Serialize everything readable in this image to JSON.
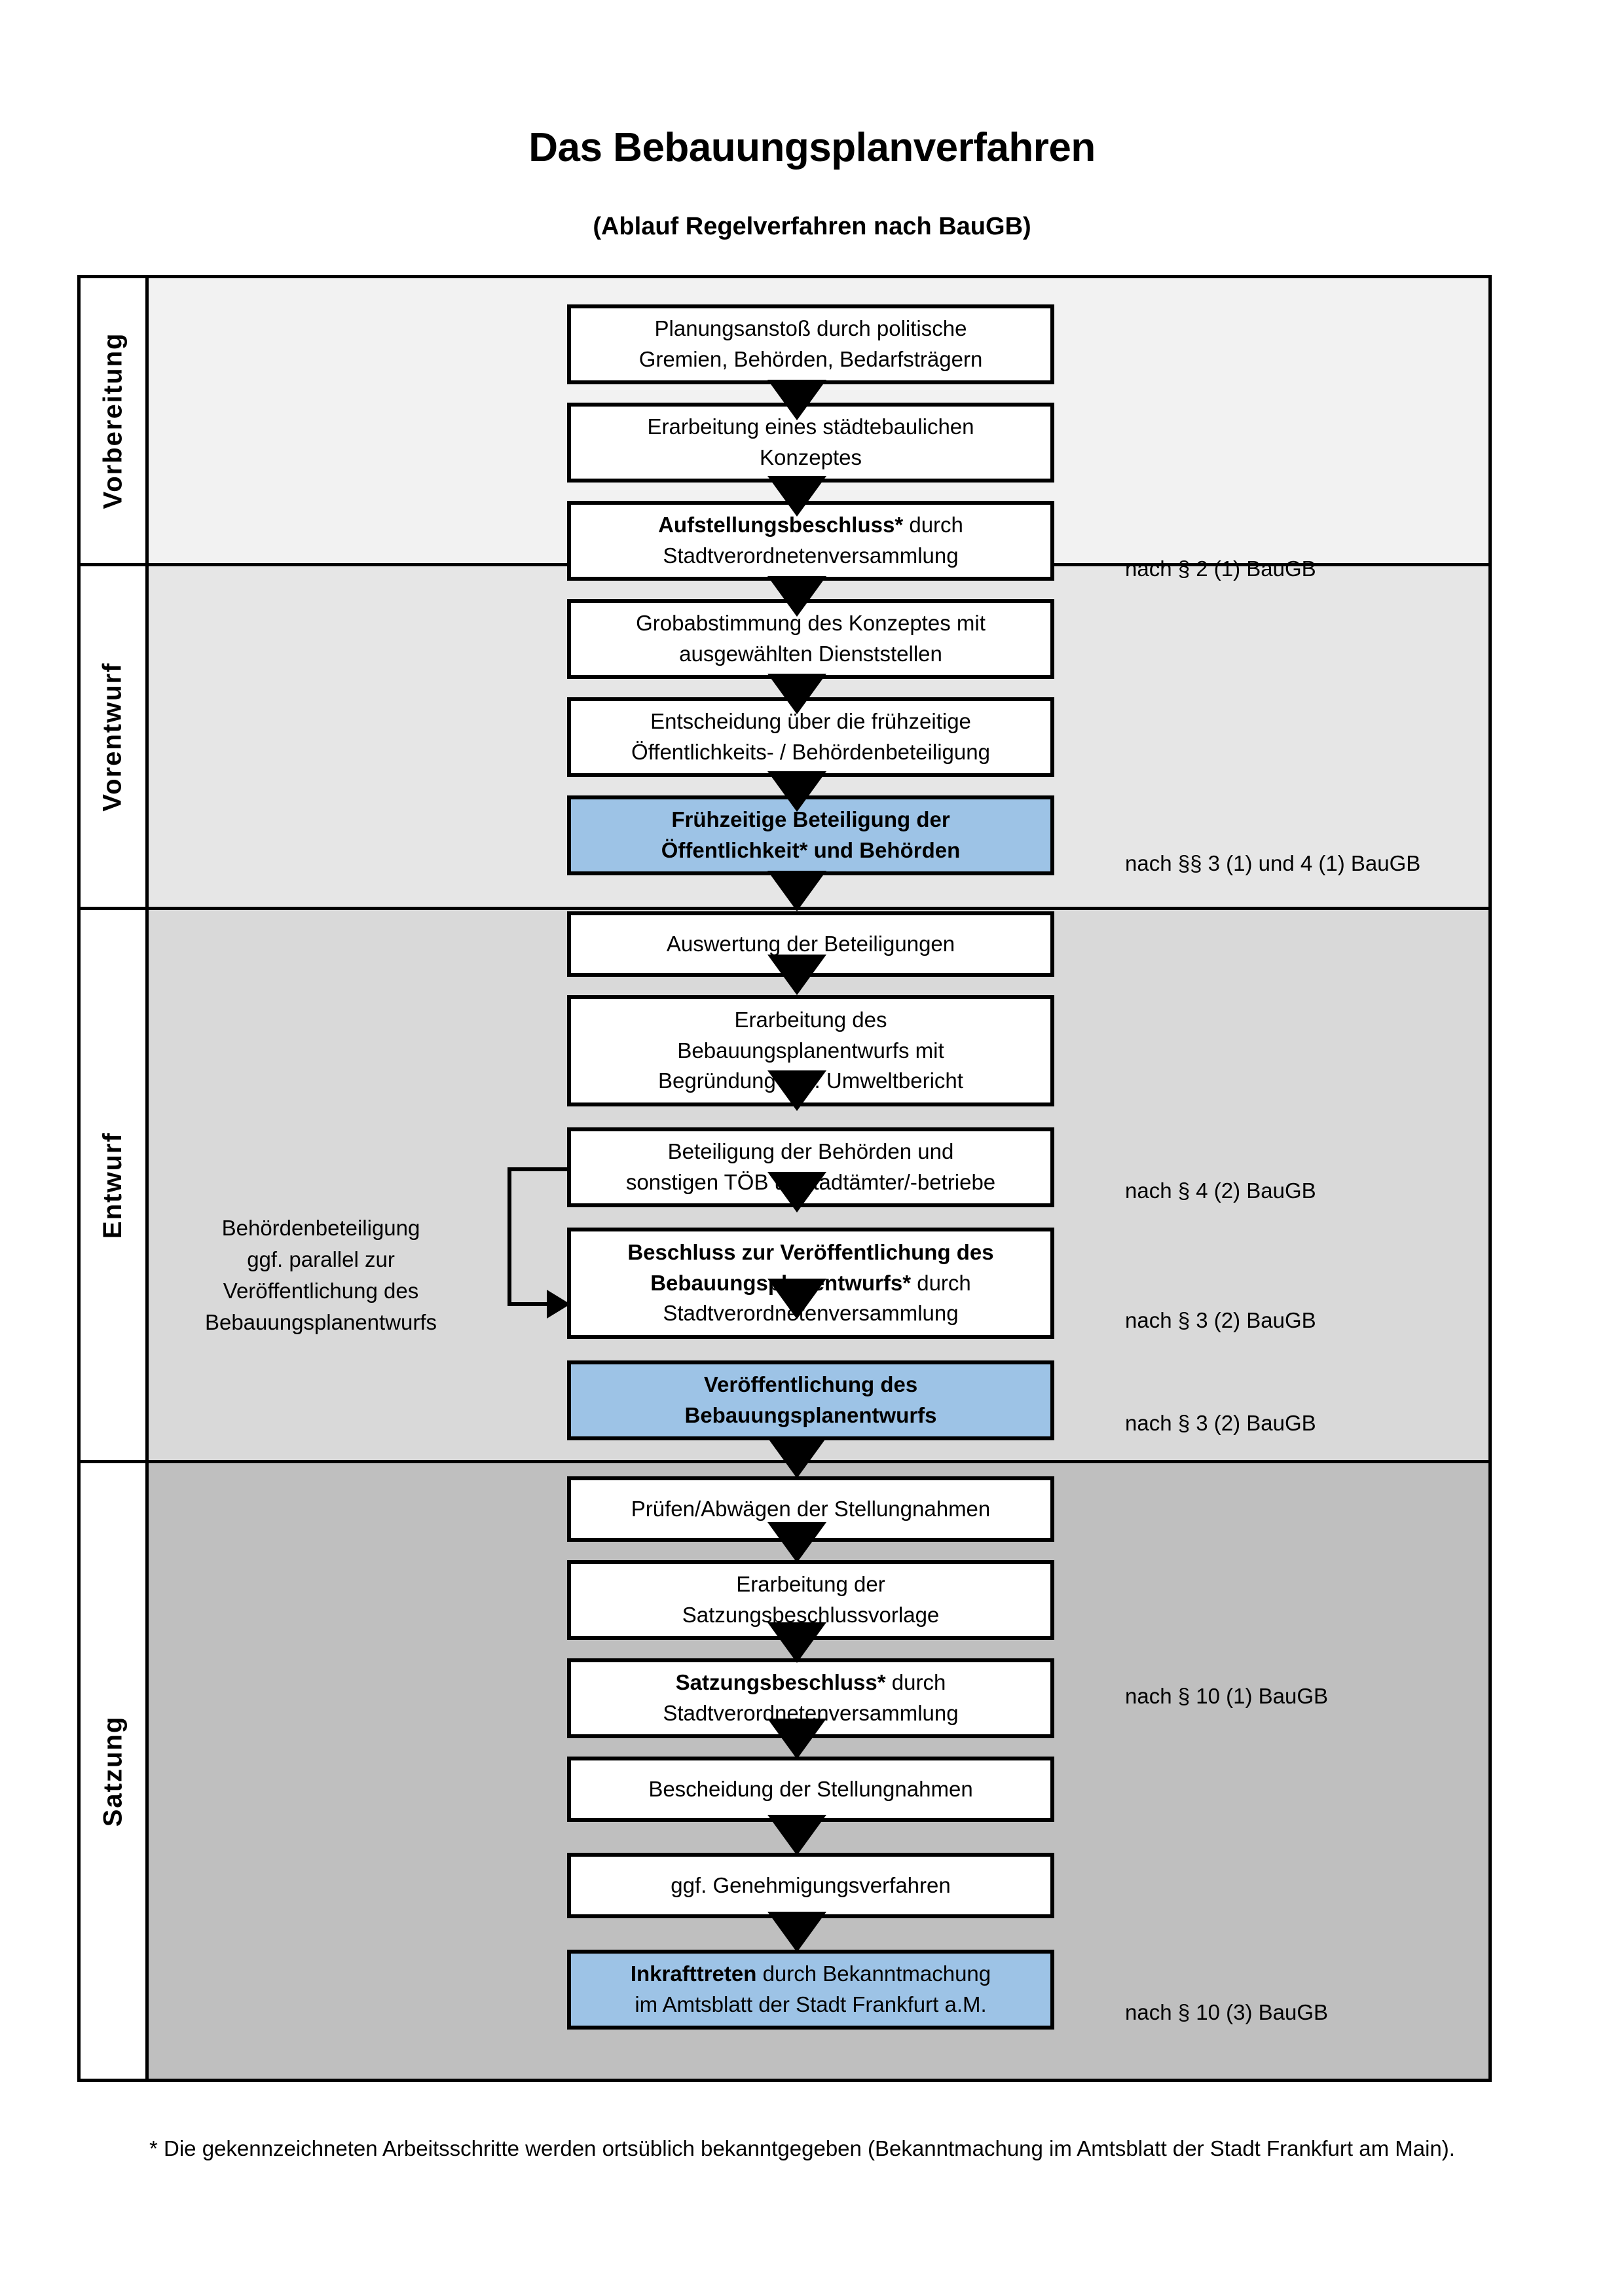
{
  "header": {
    "title": "Das Bebauungsplanverfahren",
    "subtitle": "(Ablauf Regelverfahren nach BauGB)"
  },
  "phases": [
    {
      "label": "Vorbereitung"
    },
    {
      "label": "Vorentwurf"
    },
    {
      "label": "Entwurf"
    },
    {
      "label": "Satzung"
    }
  ],
  "steps": [
    {
      "id": "planungsanstoss",
      "line1": "Planungsanstoß durch politische",
      "line2": "Gremien, Behörden, Bedarfsträgern",
      "bold": "",
      "style": "plain"
    },
    {
      "id": "konzept",
      "line1": "Erarbeitung eines städtebaulichen",
      "line2": "Konzeptes",
      "bold": "",
      "style": "plain"
    },
    {
      "id": "aufstellungsbeschluss",
      "bold": "Aufstellungsbeschluss*",
      "rest1": " durch",
      "line2": "Stadtverordnetenversammlung",
      "style": "plain"
    },
    {
      "id": "grobabstimmung",
      "line1": "Grobabstimmung des Konzeptes mit",
      "line2": "ausgewählten Dienststellen",
      "bold": "",
      "style": "plain"
    },
    {
      "id": "entscheidung-fruehzeitig",
      "line1": "Entscheidung über die frühzeitige",
      "line2": "Öffentlichkeits- / Behördenbeteiligung",
      "bold": "",
      "style": "plain"
    },
    {
      "id": "fruehzeitige-beteiligung",
      "line1": "Frühzeitige Beteiligung der",
      "line2": "Öffentlichkeit* und Behörden",
      "style": "blue-bold"
    },
    {
      "id": "auswertung",
      "line1": "Auswertung der Beteiligungen",
      "line2": "",
      "bold": "",
      "style": "plain"
    },
    {
      "id": "erarbeitung-entwurf",
      "line1": "Erarbeitung des",
      "line2": "Bebauungsplanentwurfs mit",
      "line3": "Begründung inkl. Umweltbericht",
      "style": "plain"
    },
    {
      "id": "beteiligung-behoerden",
      "line1": "Beteiligung der Behörden und",
      "line2": "sonstigen TÖB u. Stadtämter/-betriebe",
      "style": "plain"
    },
    {
      "id": "beschluss-veroeffentlichung",
      "bold1": "Beschluss zur Veröffentlichung des",
      "bold2": "Bebauungsplanentwurfs*",
      "rest2": " durch",
      "line3": "Stadtverordnetenversammlung",
      "style": "plain"
    },
    {
      "id": "veroeffentlichung",
      "line1": "Veröffentlichung des",
      "line2": "Bebauungsplanentwurfs",
      "style": "blue-bold"
    },
    {
      "id": "pruefen-abwaegen",
      "line1": "Prüfen/Abwägen der Stellungnahmen",
      "line2": "",
      "style": "plain"
    },
    {
      "id": "satzungsbeschlussvorlage",
      "line1": "Erarbeitung der",
      "line2": "Satzungsbeschlussvorlage",
      "style": "plain"
    },
    {
      "id": "satzungsbeschluss",
      "bold": "Satzungsbeschluss*",
      "rest1": " durch",
      "line2": "Stadtverordnetenversammlung",
      "style": "plain"
    },
    {
      "id": "bescheidung",
      "line1": "Bescheidung der Stellungnahmen",
      "line2": "",
      "style": "plain"
    },
    {
      "id": "genehmigungsverfahren",
      "line1": "ggf. Genehmigungsverfahren",
      "line2": "",
      "style": "plain"
    },
    {
      "id": "inkrafttreten",
      "bold": "Inkrafttreten",
      "rest1": " durch Bekanntmachung",
      "line2": "im Amtsblatt der Stadt Frankfurt a.M.",
      "style": "blue"
    }
  ],
  "references": [
    {
      "id": "ref-par2-1",
      "text": "nach § 2 (1) BauGB"
    },
    {
      "id": "ref-par3-1-4-1",
      "text": "nach §§ 3 (1) und 4 (1) BauGB"
    },
    {
      "id": "ref-par4-2",
      "text": "nach § 4 (2) BauGB"
    },
    {
      "id": "ref-par3-2-a",
      "text": "nach § 3 (2) BauGB"
    },
    {
      "id": "ref-par3-2-b",
      "text": "nach § 3 (2) BauGB"
    },
    {
      "id": "ref-par10-1",
      "text": "nach § 10 (1) BauGB"
    },
    {
      "id": "ref-par10-3",
      "text": "nach § 10 (3) BauGB"
    }
  ],
  "sidenote": {
    "line1": "Behördenbeteiligung",
    "line2": "ggf. parallel zur",
    "line3": "Veröffentlichung des",
    "line4": "Bebauungsplanentwurfs"
  },
  "footnote": {
    "text": "* Die gekennzeichneten Arbeitsschritte werden ortsüblich bekanntgegeben (Bekanntmachung im Amtsblatt  der Stadt Frankfurt am Main)."
  },
  "colors": {
    "band_vorbereitung": "#f2f2f2",
    "band_vorentwurf": "#e6e6e6",
    "band_entwurf": "#d9d9d9",
    "band_satzung": "#bfbfbf",
    "highlight_blue": "#9dc3e6",
    "outline": "#000000"
  }
}
